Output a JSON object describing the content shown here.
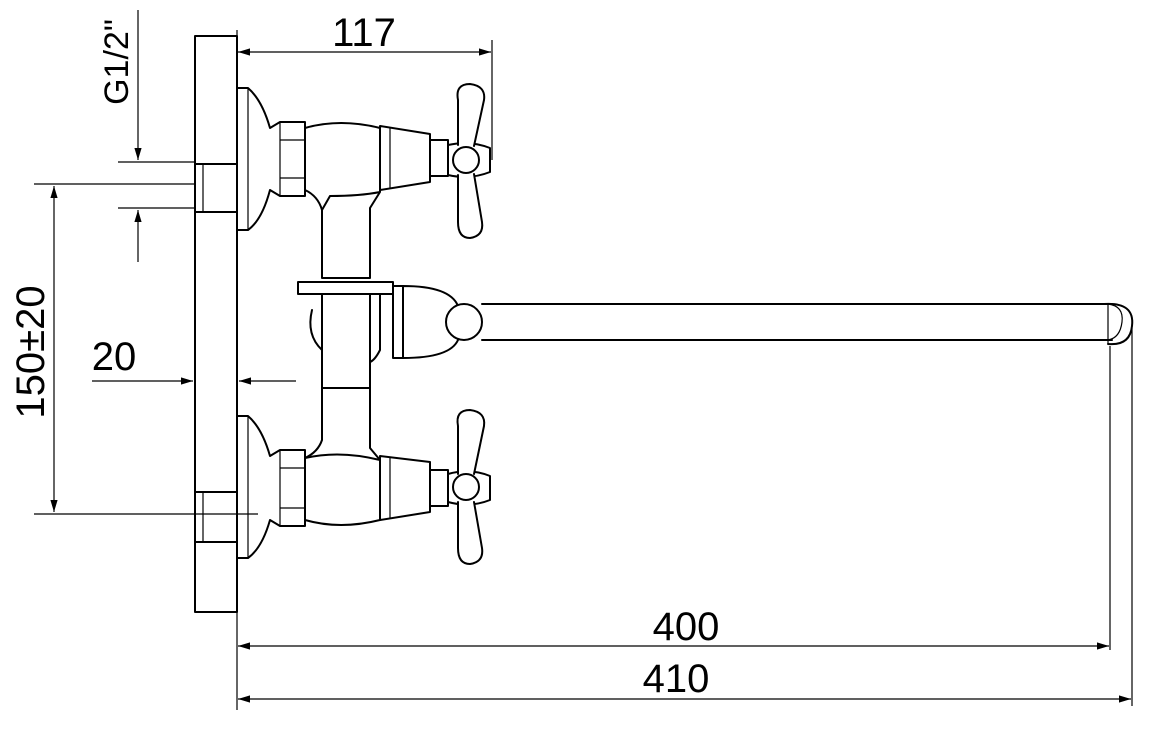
{
  "dimensions": {
    "depth_117": "117",
    "thread": "G1/2\"",
    "spacing": "150±20",
    "offset": "20",
    "spout_400": "400",
    "total_410": "410"
  }
}
